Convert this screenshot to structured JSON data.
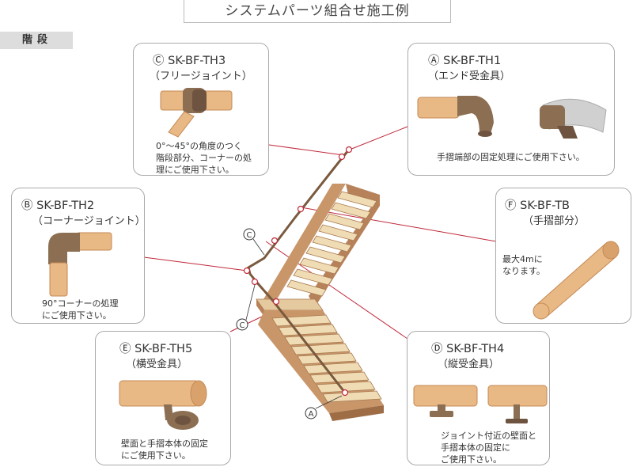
{
  "title": "システムパーツ組合せ施工例",
  "section": "階段",
  "cards": {
    "th3": {
      "code": "Ⓒ SK-BF-TH3",
      "sub": "（フリージョイント）",
      "desc": [
        "0°～45°の角度のつく",
        "階段部分、コーナーの処",
        "理にご使用下さい。"
      ]
    },
    "th1": {
      "code": "Ⓐ SK-BF-TH1",
      "sub": "（エンド受金具）",
      "desc": [
        "手摺端部の固定処理にご使用下さい。"
      ]
    },
    "th2": {
      "code": "Ⓑ SK-BF-TH2",
      "sub": "（コーナージョイント）",
      "desc": [
        "90°コーナーの処理",
        "にご使用下さい。"
      ]
    },
    "tb": {
      "code": "Ⓕ SK-BF-TB",
      "sub": "（手摺部分）",
      "desc": [
        "最大4mに",
        "なります。"
      ]
    },
    "th5": {
      "code": "Ⓔ SK-BF-TH5",
      "sub": "（横受金具）",
      "desc": [
        "壁面と手摺本体の固定",
        "にご使用下さい。"
      ]
    },
    "th4": {
      "code": "Ⓓ SK-BF-TH4",
      "sub": "（縦受金具）",
      "desc": [
        "ジョイント付近の壁面と",
        "手摺本体の固定に",
        "ご使用下さい。"
      ]
    }
  },
  "markers": {
    "c1": "C",
    "c2": "C",
    "a": "A"
  },
  "colors": {
    "leader": "#c0283a",
    "wood": "#e8b885",
    "wood_dark": "#c58a55",
    "metal": "#8c6e52",
    "stair": "#c9966a",
    "tread": "#f0dcb4"
  }
}
